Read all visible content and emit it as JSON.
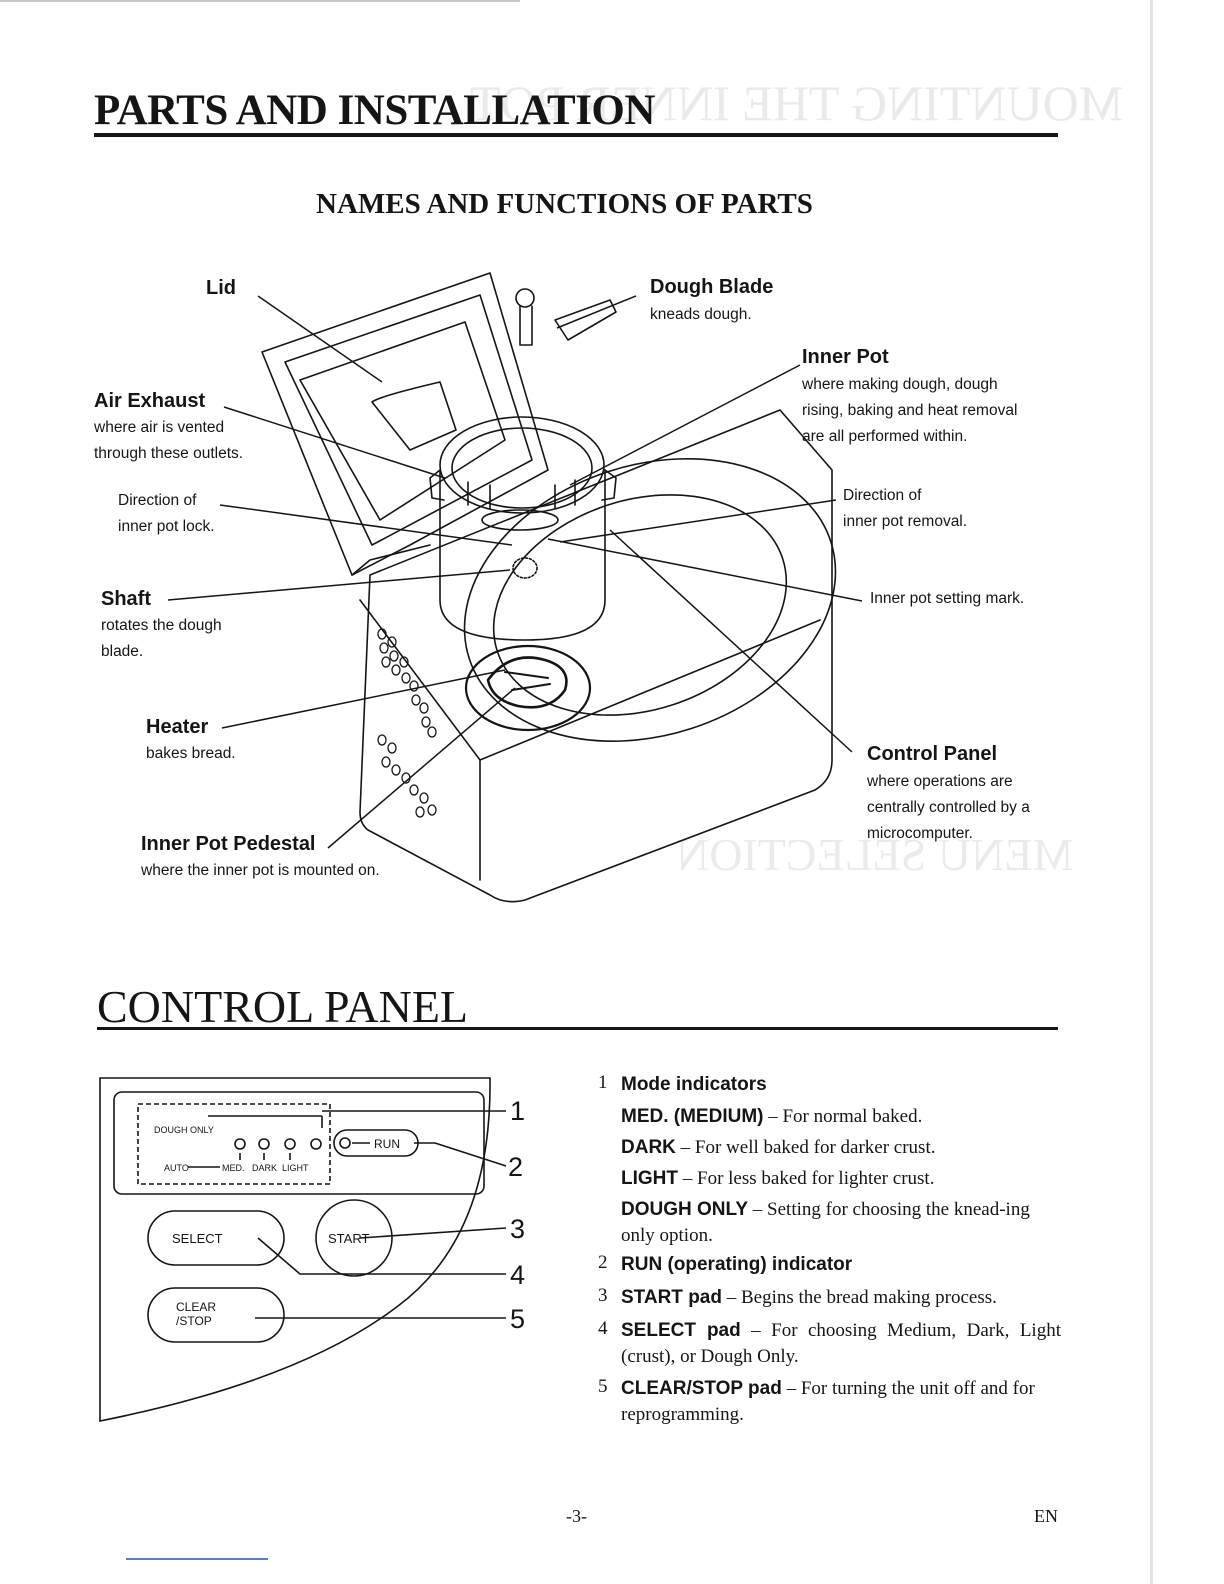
{
  "bleed_text": {
    "heading": "MOUNTING THE INNER POT",
    "heading2": "MENU SELECTION"
  },
  "parts_section": {
    "title": "PARTS AND INSTALLATION",
    "subtitle": "NAMES AND FUNCTIONS OF PARTS"
  },
  "parts": {
    "lid": {
      "name": "Lid"
    },
    "dough_blade": {
      "name": "Dough Blade",
      "desc": "kneads dough."
    },
    "inner_pot": {
      "name": "Inner Pot",
      "desc1": "where making dough, dough",
      "desc2": "rising, baking and heat removal",
      "desc3": "are all performed within."
    },
    "air_exhaust": {
      "name": "Air Exhaust",
      "desc1": "where air is vented",
      "desc2": "through these outlets."
    },
    "lock_direction": {
      "line1": "Direction of",
      "line2": "inner pot lock."
    },
    "removal_direction": {
      "line1": "Direction of",
      "line2": "inner pot removal."
    },
    "shaft": {
      "name": "Shaft",
      "desc1": "rotates the dough",
      "desc2": "blade."
    },
    "setting_mark": {
      "text": "Inner pot setting mark."
    },
    "heater": {
      "name": "Heater",
      "desc": "bakes bread."
    },
    "control_panel": {
      "name": "Control Panel",
      "desc1": "where operations are",
      "desc2": "centrally controlled by a",
      "desc3": "microcomputer."
    },
    "pedestal": {
      "name": "Inner Pot Pedestal",
      "desc": "where the inner pot is mounted on."
    }
  },
  "control_section": {
    "title": "CONTROL PANEL"
  },
  "panel_diagram": {
    "dough_only": "DOUGH ONLY",
    "auto": "AUTO",
    "med": "MED.",
    "dark": "DARK",
    "light": "LIGHT",
    "run": "RUN",
    "select": "SELECT",
    "start": "START",
    "clear1": "CLEAR",
    "clear2": "/STOP",
    "callouts": [
      "1",
      "2",
      "3",
      "4",
      "5"
    ]
  },
  "items": [
    {
      "num": "1",
      "title": "Mode indicators"
    },
    {
      "title": "MED. (MEDIUM)",
      "text": " – For normal baked."
    },
    {
      "title": "DARK",
      "text": " – For well baked for darker crust."
    },
    {
      "title": "LIGHT",
      "text": " – For less baked for lighter crust."
    },
    {
      "title": "DOUGH ONLY",
      "text": " – Setting for choosing the knead-ing only option."
    },
    {
      "num": "2",
      "title": "RUN (operating) indicator"
    },
    {
      "num": "3",
      "title": "START pad",
      "text": " – Begins the bread making process."
    },
    {
      "num": "4",
      "title": "SELECT pad",
      "text": " – For choosing Medium, Dark, Light (crust), or Dough Only."
    },
    {
      "num": "5",
      "title": "CLEAR/STOP pad",
      "text": " – For turning the unit off and for reprogramming."
    }
  ],
  "footer": {
    "page": "-3-",
    "lang": "EN"
  }
}
